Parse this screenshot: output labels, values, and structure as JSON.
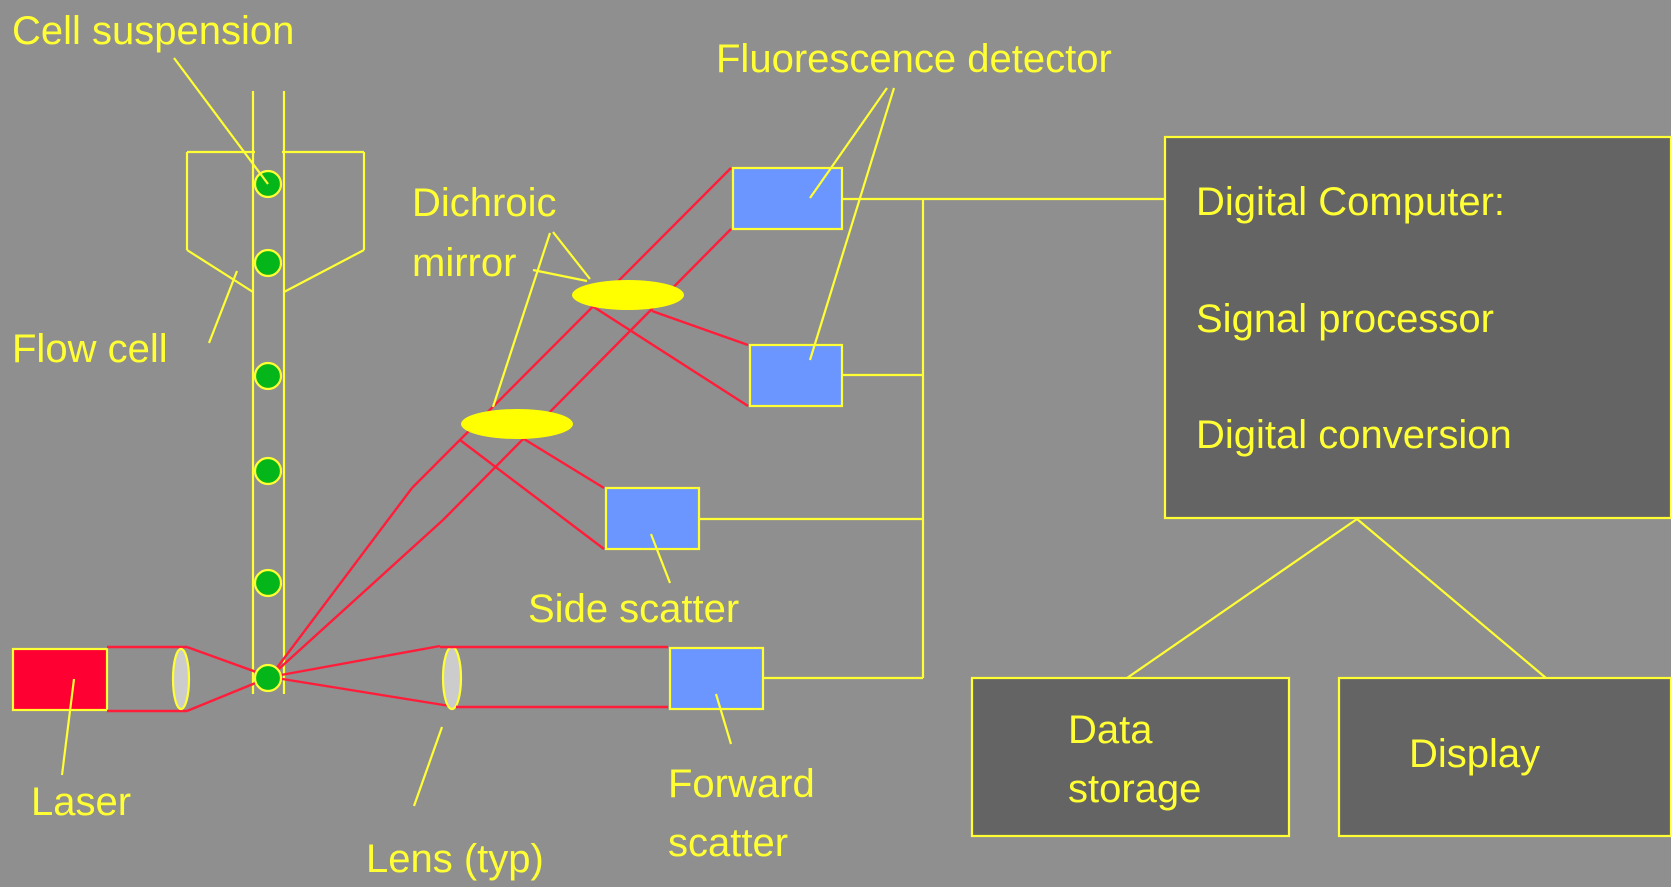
{
  "labels": {
    "cell_suspension": "Cell suspension",
    "fluorescence_detector": "Fluorescence detector",
    "dichroic_line1": "Dichroic",
    "dichroic_line2": "mirror",
    "flow_cell": "Flow cell",
    "side_scatter": "Side scatter",
    "laser": "Laser",
    "lens": "Lens (typ)",
    "forward_line1": "Forward",
    "forward_line2": "scatter",
    "computer_line1": "Digital Computer:",
    "computer_line2": "Signal processor",
    "computer_line3": "Digital conversion",
    "storage_line1": "Data",
    "storage_line2": "storage",
    "display": "Display"
  },
  "colors": {
    "background": "#8f8f8f",
    "label_yellow": "#ffff33",
    "laser_red": "#ff0033",
    "beam_red": "#ff1d3a",
    "detector_blue": "#6b95ff",
    "computer_gray": "#646464",
    "cell_green": "#05b61a",
    "mirror_yellow": "#ffff00"
  }
}
